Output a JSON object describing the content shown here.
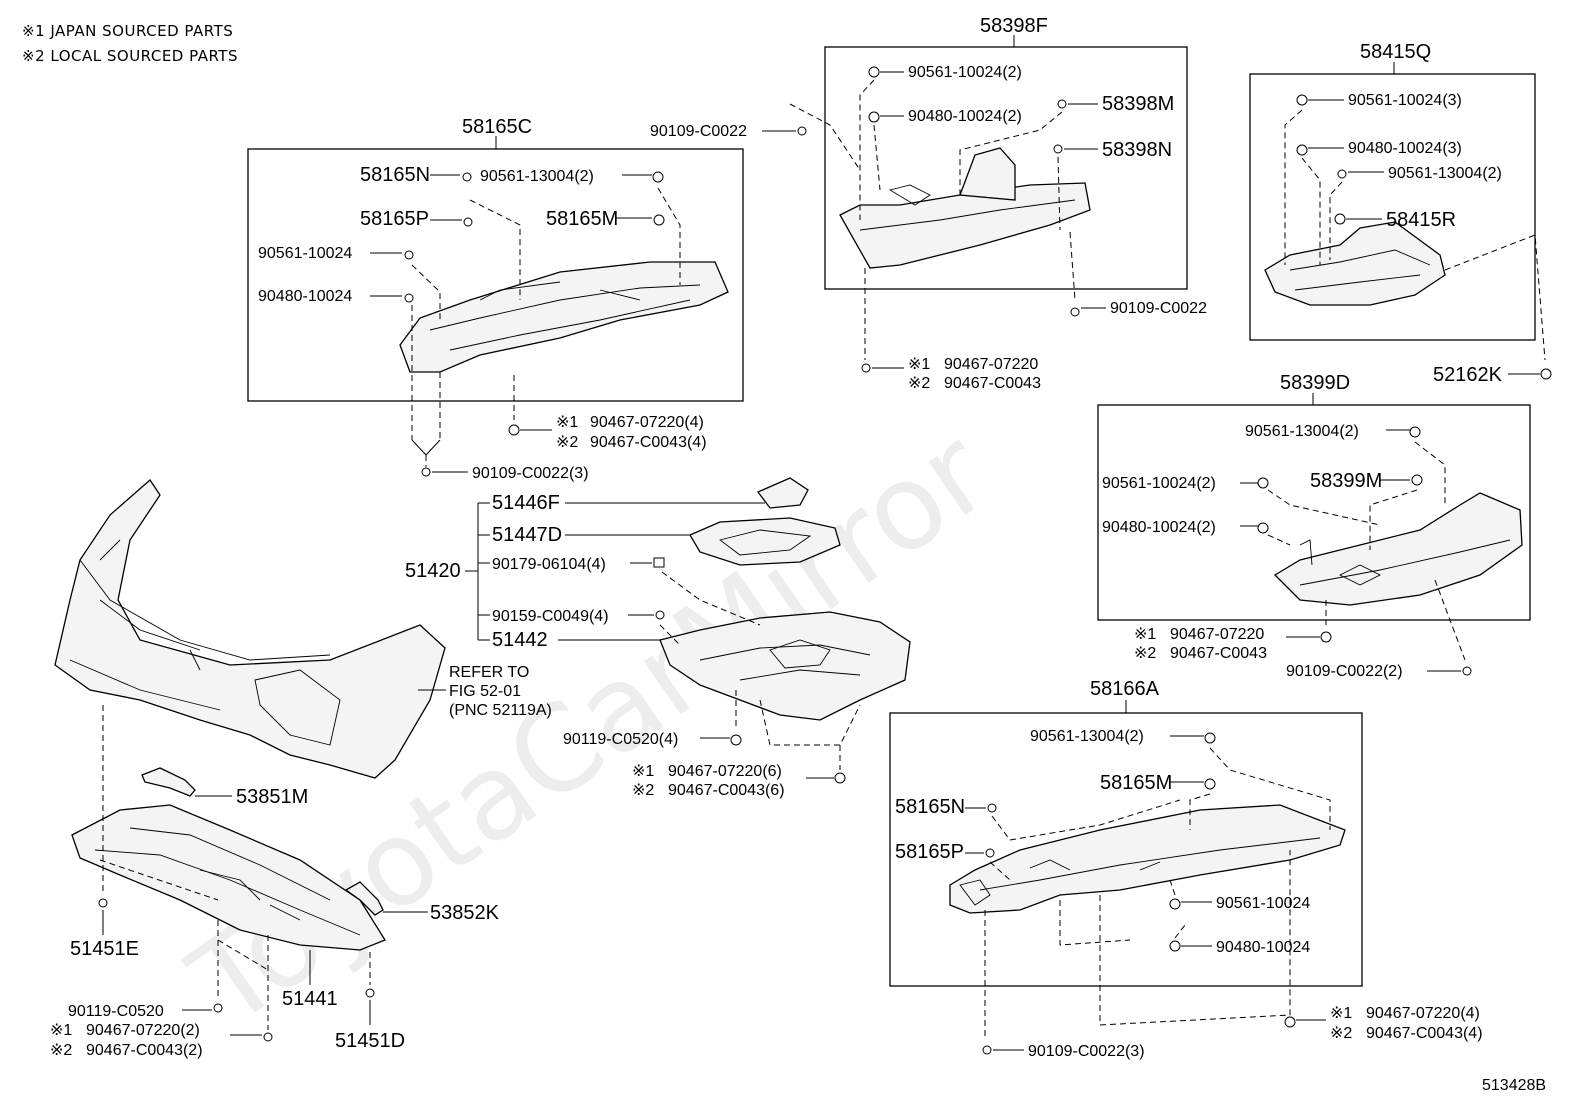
{
  "legend": [
    "※1  JAPAN SOURCED PARTS",
    "※2  LOCAL SOURCED PARTS"
  ],
  "watermark": "ToyotaCarMirror",
  "figure_code": "513428B",
  "groups": {
    "58165C": "58165C",
    "58398F": "58398F",
    "58415Q": "58415Q",
    "58399D": "58399D",
    "58166A": "58166A",
    "51420": "51420"
  },
  "labels": {
    "58165N_a": "58165N",
    "58165P_a": "58165P",
    "58165M_a": "58165M",
    "p90561_13004_2_a": "90561-13004(2)",
    "p90561_10024_a": "90561-10024",
    "p90480_10024_a": "90480-10024",
    "r90467_07220_4_a": "90467-07220(4)",
    "r90467_C0043_4_a": "90467-C0043(4)",
    "p90109_C0022_3_a": "90109-C0022(3)",
    "p90109_C0022_top": "90109-C0022",
    "p90561_10024_2_b": "90561-10024(2)",
    "p90480_10024_2_b": "90480-10024(2)",
    "58398M": "58398M",
    "58398N": "58398N",
    "p90109_C0022_b": "90109-C0022",
    "r90467_07220_b": "90467-07220",
    "r90467_C0043_b": "90467-C0043",
    "p90561_10024_3_c": "90561-10024(3)",
    "p90480_10024_3_c": "90480-10024(3)",
    "p90561_13004_2_c": "90561-13004(2)",
    "58415R": "58415R",
    "52162K": "52162K",
    "p90561_13004_2_d": "90561-13004(2)",
    "p90561_10024_2_d": "90561-10024(2)",
    "p90480_10024_2_d": "90480-10024(2)",
    "58399M": "58399M",
    "r90467_07220_d": "90467-07220",
    "r90467_C0043_d": "90467-C0043",
    "p90109_C0022_2_d": "90109-C0022(2)",
    "51446F": "51446F",
    "51447D": "51447D",
    "p90179_06104_4": "90179-06104(4)",
    "p90159_C0049_4": "90159-C0049(4)",
    "51442": "51442",
    "refer1": "REFER TO",
    "refer2": "FIG 52-01",
    "refer3": "(PNC 52119A)",
    "p90119_C0520_4": "90119-C0520(4)",
    "r90467_07220_6": "90467-07220(6)",
    "r90467_C0043_6": "90467-C0043(6)",
    "53851M": "53851M",
    "53852K": "53852K",
    "51451E": "51451E",
    "51441": "51441",
    "51451D": "51451D",
    "p90119_C0520": "90119-C0520",
    "r90467_07220_2": "90467-07220(2)",
    "r90467_C0043_2": "90467-C0043(2)",
    "p90561_13004_2_e": "90561-13004(2)",
    "58165M_e": "58165M",
    "58165N_e": "58165N",
    "58165P_e": "58165P",
    "p90561_10024_e": "90561-10024",
    "p90480_10024_e": "90480-10024",
    "r90467_07220_4_e": "90467-07220(4)",
    "r90467_C0043_4_e": "90467-C0043(4)",
    "p90109_C0022_3_e": "90109-C0022(3)"
  },
  "marks": {
    "m1": "※1",
    "m2": "※2"
  }
}
